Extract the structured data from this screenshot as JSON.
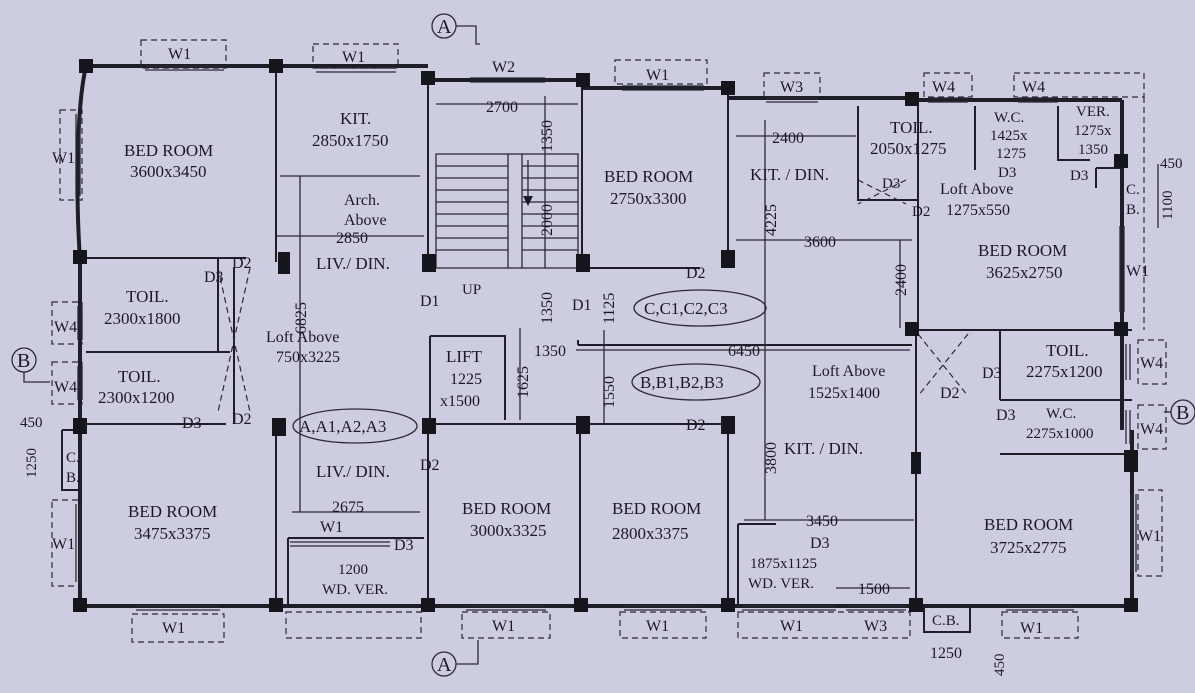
{
  "rooms": [
    {
      "id": "bed-a",
      "name": "BED ROOM",
      "size": "3600x3450"
    },
    {
      "id": "kit-a",
      "name": "KIT.",
      "size": "2850x1750"
    },
    {
      "id": "bed-c",
      "name": "BED ROOM",
      "size": "2750x3300"
    },
    {
      "id": "kitdin-c",
      "name": "KIT. / DIN."
    },
    {
      "id": "toil-c",
      "name": "TOIL.",
      "size": "2050x1275"
    },
    {
      "id": "wc-c",
      "name": "W.C.",
      "size1": "1425x",
      "size2": "1275"
    },
    {
      "id": "ver-c",
      "name": "VER.",
      "size1": "1275x",
      "size2": "1350"
    },
    {
      "id": "bed-c2",
      "name": "BED ROOM",
      "size": "3625x2750"
    },
    {
      "id": "toil-a1",
      "name": "TOIL.",
      "size": "2300x1800"
    },
    {
      "id": "toil-a2",
      "name": "TOIL.",
      "size": "2300x1200"
    },
    {
      "id": "livdin-a",
      "name": "LIV./ DIN."
    },
    {
      "id": "lift",
      "name": "LIFT",
      "size1": "1225",
      "size2": "x1500"
    },
    {
      "id": "toil-b",
      "name": "TOIL.",
      "size": "2275x1200"
    },
    {
      "id": "wc-b",
      "name": "W.C.",
      "size": "2275x1000"
    },
    {
      "id": "bed-b1",
      "name": "BED ROOM",
      "size": "3475x3375"
    },
    {
      "id": "livdin-b",
      "name": "LIV./ DIN."
    },
    {
      "id": "bed-b2",
      "name": "BED ROOM",
      "size": "3000x3325"
    },
    {
      "id": "bed-b3",
      "name": "BED ROOM",
      "size": "2800x3375"
    },
    {
      "id": "kitdin-b",
      "name": "KIT. / DIN."
    },
    {
      "id": "bed-b4",
      "name": "BED ROOM",
      "size": "3725x2775"
    },
    {
      "id": "wdver-b",
      "name": "WD. VER.",
      "size": "1200"
    },
    {
      "id": "wdver-b2",
      "name": "WD. VER.",
      "size": "1875x1125"
    }
  ],
  "flat_groups": {
    "a": "A,A1,A2,A3",
    "c": "C,C1,C2,C3",
    "b": "B,B1,B2,B3"
  },
  "section_markers": {
    "a": "A",
    "b": "B"
  },
  "notes": {
    "arch1": "Arch.",
    "arch2": "Above",
    "loft1": "Loft Above",
    "loft1_size": "750x3225",
    "loft2": "Loft Above",
    "loft2_size": "1275x550",
    "loft3": "Loft Above",
    "loft3_size": "1525x1400",
    "up": "UP",
    "cb": "C.",
    "cb2": "B.",
    "cb_full": "C.B."
  },
  "dimensions": {
    "d2700": "2700",
    "d1350a": "1350",
    "d2000": "2000",
    "d1350b": "1350",
    "d2850": "2850",
    "d6825": "6825",
    "d2400a": "2400",
    "d4225": "4225",
    "d3600": "3600",
    "d2400b": "2400",
    "d450a": "450",
    "d1100": "1100",
    "d1350c": "1350",
    "d1125": "1125",
    "d1625": "1625",
    "d6450": "6450",
    "d1550": "1550",
    "d3800": "3800",
    "d450b": "450",
    "d1250a": "1250",
    "d2675": "2675",
    "d3450": "3450",
    "d1500": "1500",
    "d1250b": "1250",
    "d450c": "450"
  },
  "openings": {
    "W1": "W1",
    "W2": "W2",
    "W3": "W3",
    "W4": "W4",
    "D1": "D1",
    "D2": "D2",
    "D3": "D3"
  }
}
